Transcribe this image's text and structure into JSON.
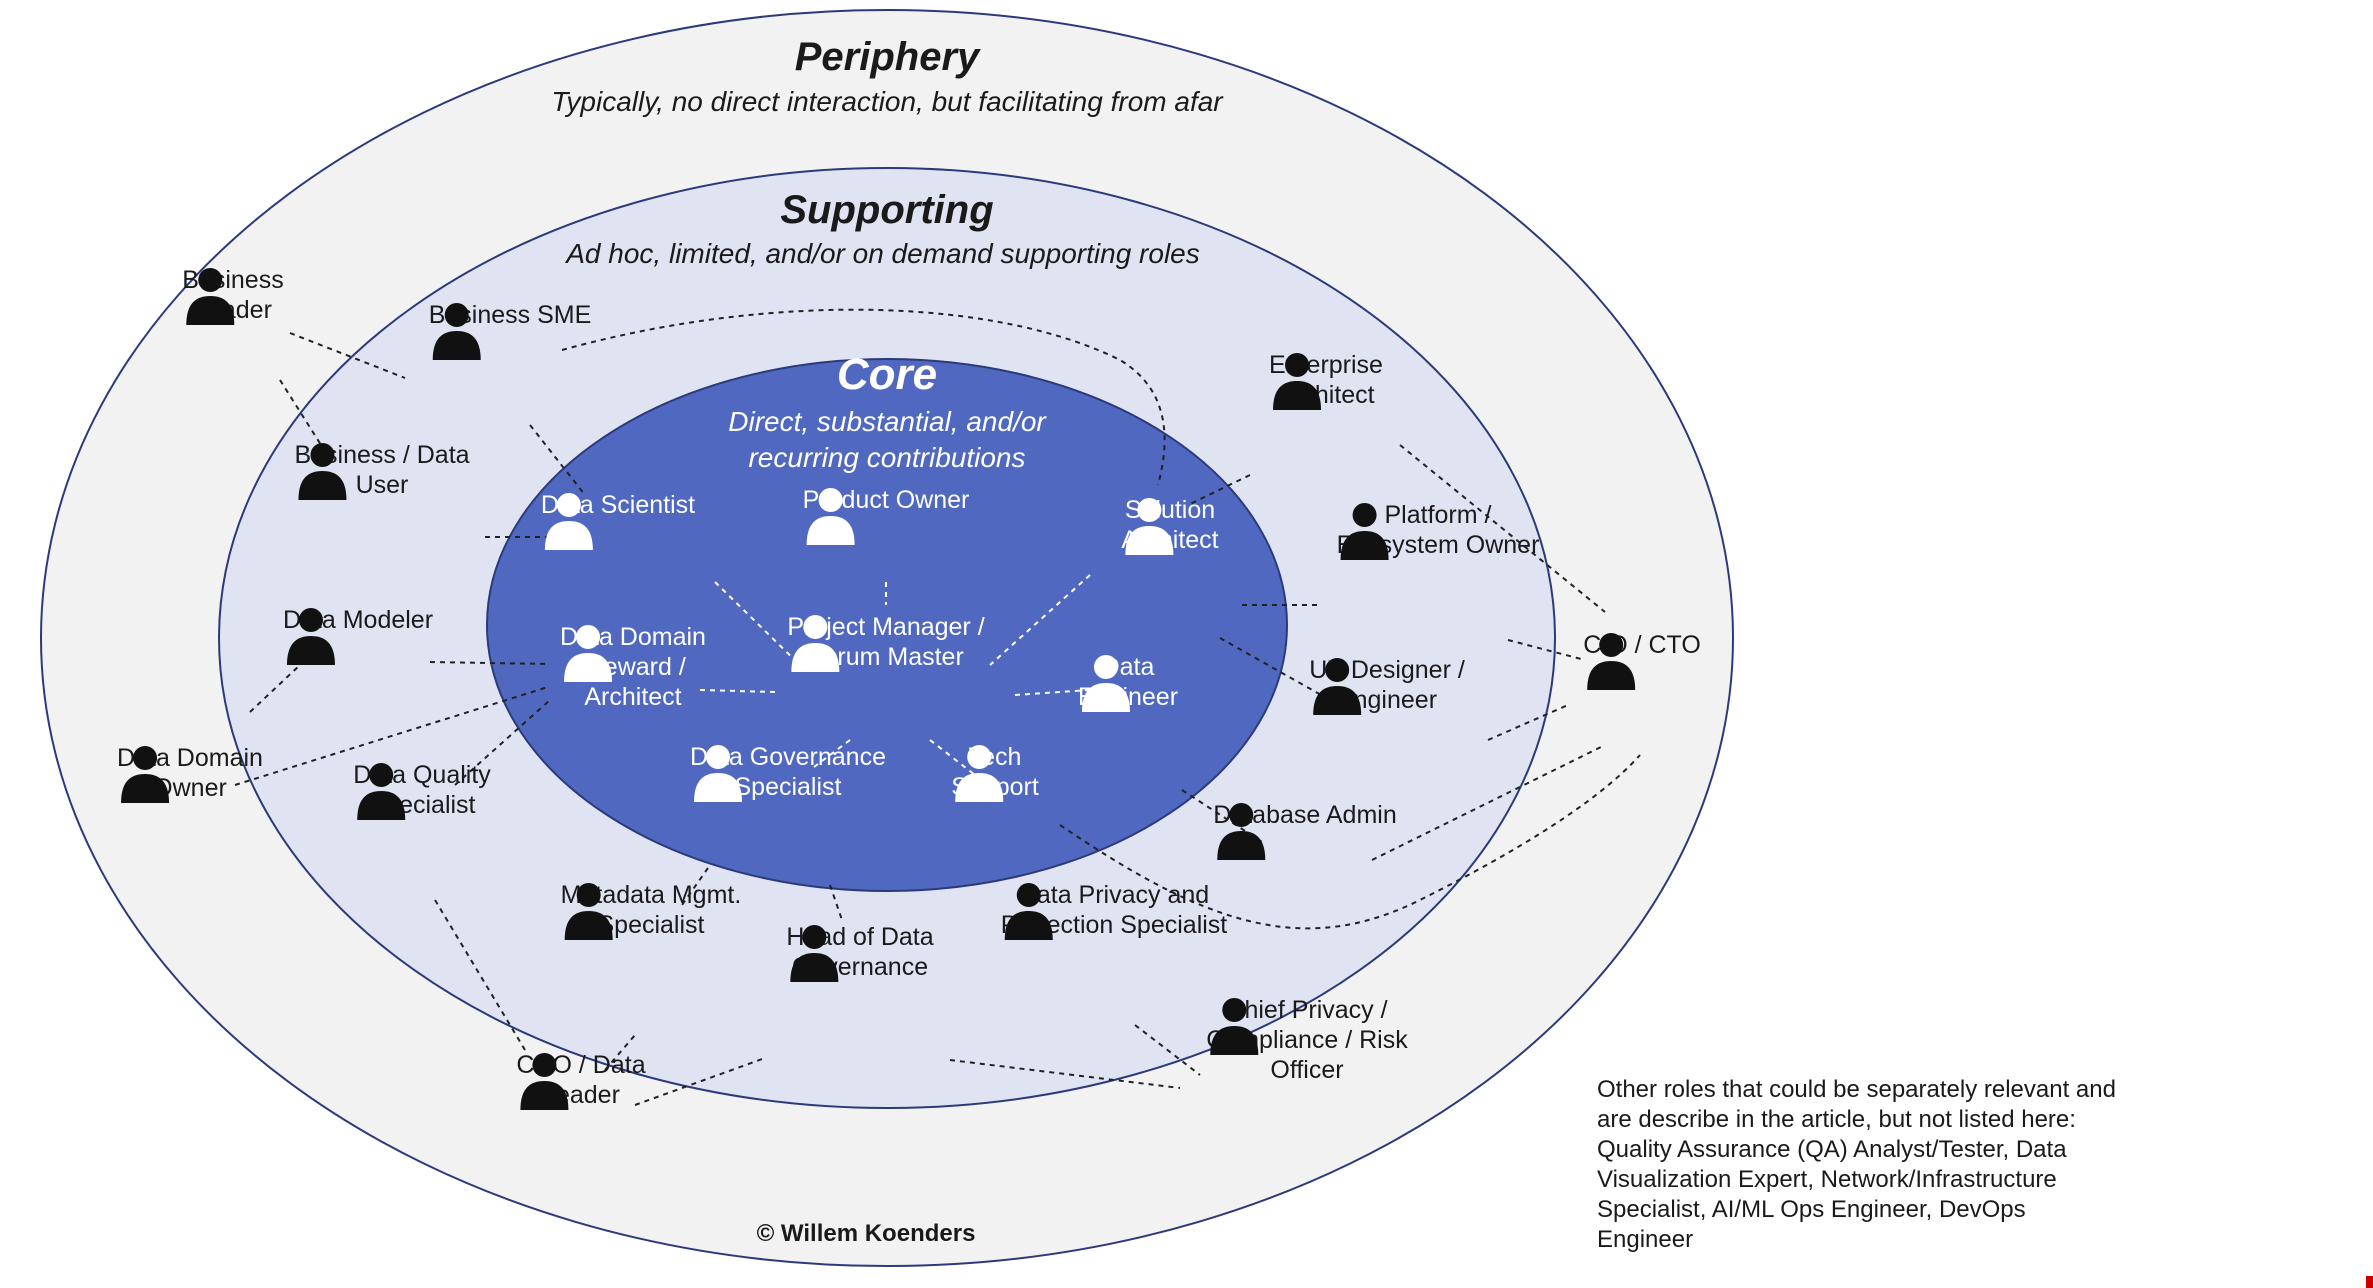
{
  "rings": {
    "periphery": {
      "title": "Periphery",
      "subtitle": "Typically, no direct interaction, but facilitating from afar"
    },
    "supporting": {
      "title": "Supporting",
      "subtitle": "Ad hoc, limited, and/or on demand supporting roles"
    },
    "core": {
      "title": "Core",
      "subtitle": "Direct, substantial, and/or recurring contributions"
    }
  },
  "colors": {
    "periphery_fill": "#f2f2f2",
    "supporting_fill": "#dfe3f2",
    "core_fill": "#5068c0",
    "ring_stroke": "#2b3a7a"
  },
  "roles": {
    "core": {
      "data_scientist": "Data Scientist",
      "product_owner": "Product Owner",
      "solution_architect": "Solution\nArchitect",
      "project_manager": "Project Manager /\nScrum Master",
      "data_domain_steward": "Data Domain\nSteward /\nArchitect",
      "data_engineer": "Data\nEngineer",
      "data_governance_specialist": "Data Governance\nSpecialist",
      "tech_support": "Tech\nSupport"
    },
    "supporting": {
      "business_sme": "Business SME",
      "business_data_user": "Business / Data\nUser",
      "data_modeler": "Data Modeler",
      "data_quality_specialist": "Data Quality\nSpecialist",
      "metadata_mgmt_specialist": "Metadata Mgmt.\nSpecialist",
      "head_of_data_governance": "Head of Data\nGovernance",
      "data_privacy_specialist": "Data Privacy and\nProtection Specialist",
      "enterprise_architect": "Enterprise\nArchitect",
      "platform_owner": "Platform /\nEcosystem Owner",
      "ux_designer": "UX Designer /\nEngineer",
      "database_admin": "Database Admin"
    },
    "periphery": {
      "business_leader": "Business\nLeader",
      "data_domain_owner": "Data Domain\nOwner",
      "cdo": "CDO / Data\nLeader",
      "chief_privacy_officer": "Chief Privacy /\nCompliance / Risk\nOfficer",
      "cio_cto": "CIO / CTO"
    }
  },
  "icons": {
    "generic": "person-icon",
    "scientist": "scientist-icon",
    "architect": "architect-icon",
    "engineer": "engineer-icon",
    "support": "headset-icon"
  },
  "note": "Other roles that could be separately relevant and are describe in the article, but not listed here: Quality Assurance (QA) Analyst/Tester, Data Visualization Expert, Network/Infrastructure Specialist, AI/ML Ops Engineer, DevOps Engineer",
  "credit": "© Willem Koenders"
}
